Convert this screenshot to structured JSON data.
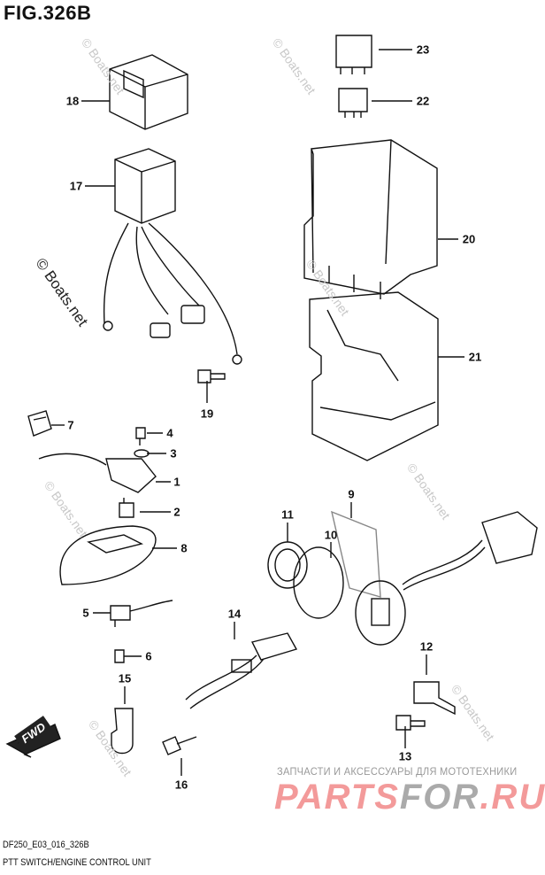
{
  "title": "FIG.326B",
  "callouts": [
    "1",
    "2",
    "3",
    "4",
    "5",
    "6",
    "7",
    "8",
    "9",
    "10",
    "11",
    "12",
    "13",
    "14",
    "15",
    "16",
    "17",
    "18",
    "19",
    "20",
    "21",
    "22",
    "23"
  ],
  "fwd_label": "FWD",
  "watermark": "© Boats.net",
  "footer": {
    "code": "DF250_E03_016_326B",
    "caption": "PTT SWITCH/ENGINE CONTROL UNIT"
  },
  "brand": {
    "tagline": "ЗАПЧАСТИ И АКСЕССУАРЫ ДЛЯ МОТОТЕХНИКИ",
    "name_a": "PARTS",
    "name_b": "FOR",
    "name_c": ".RU"
  }
}
